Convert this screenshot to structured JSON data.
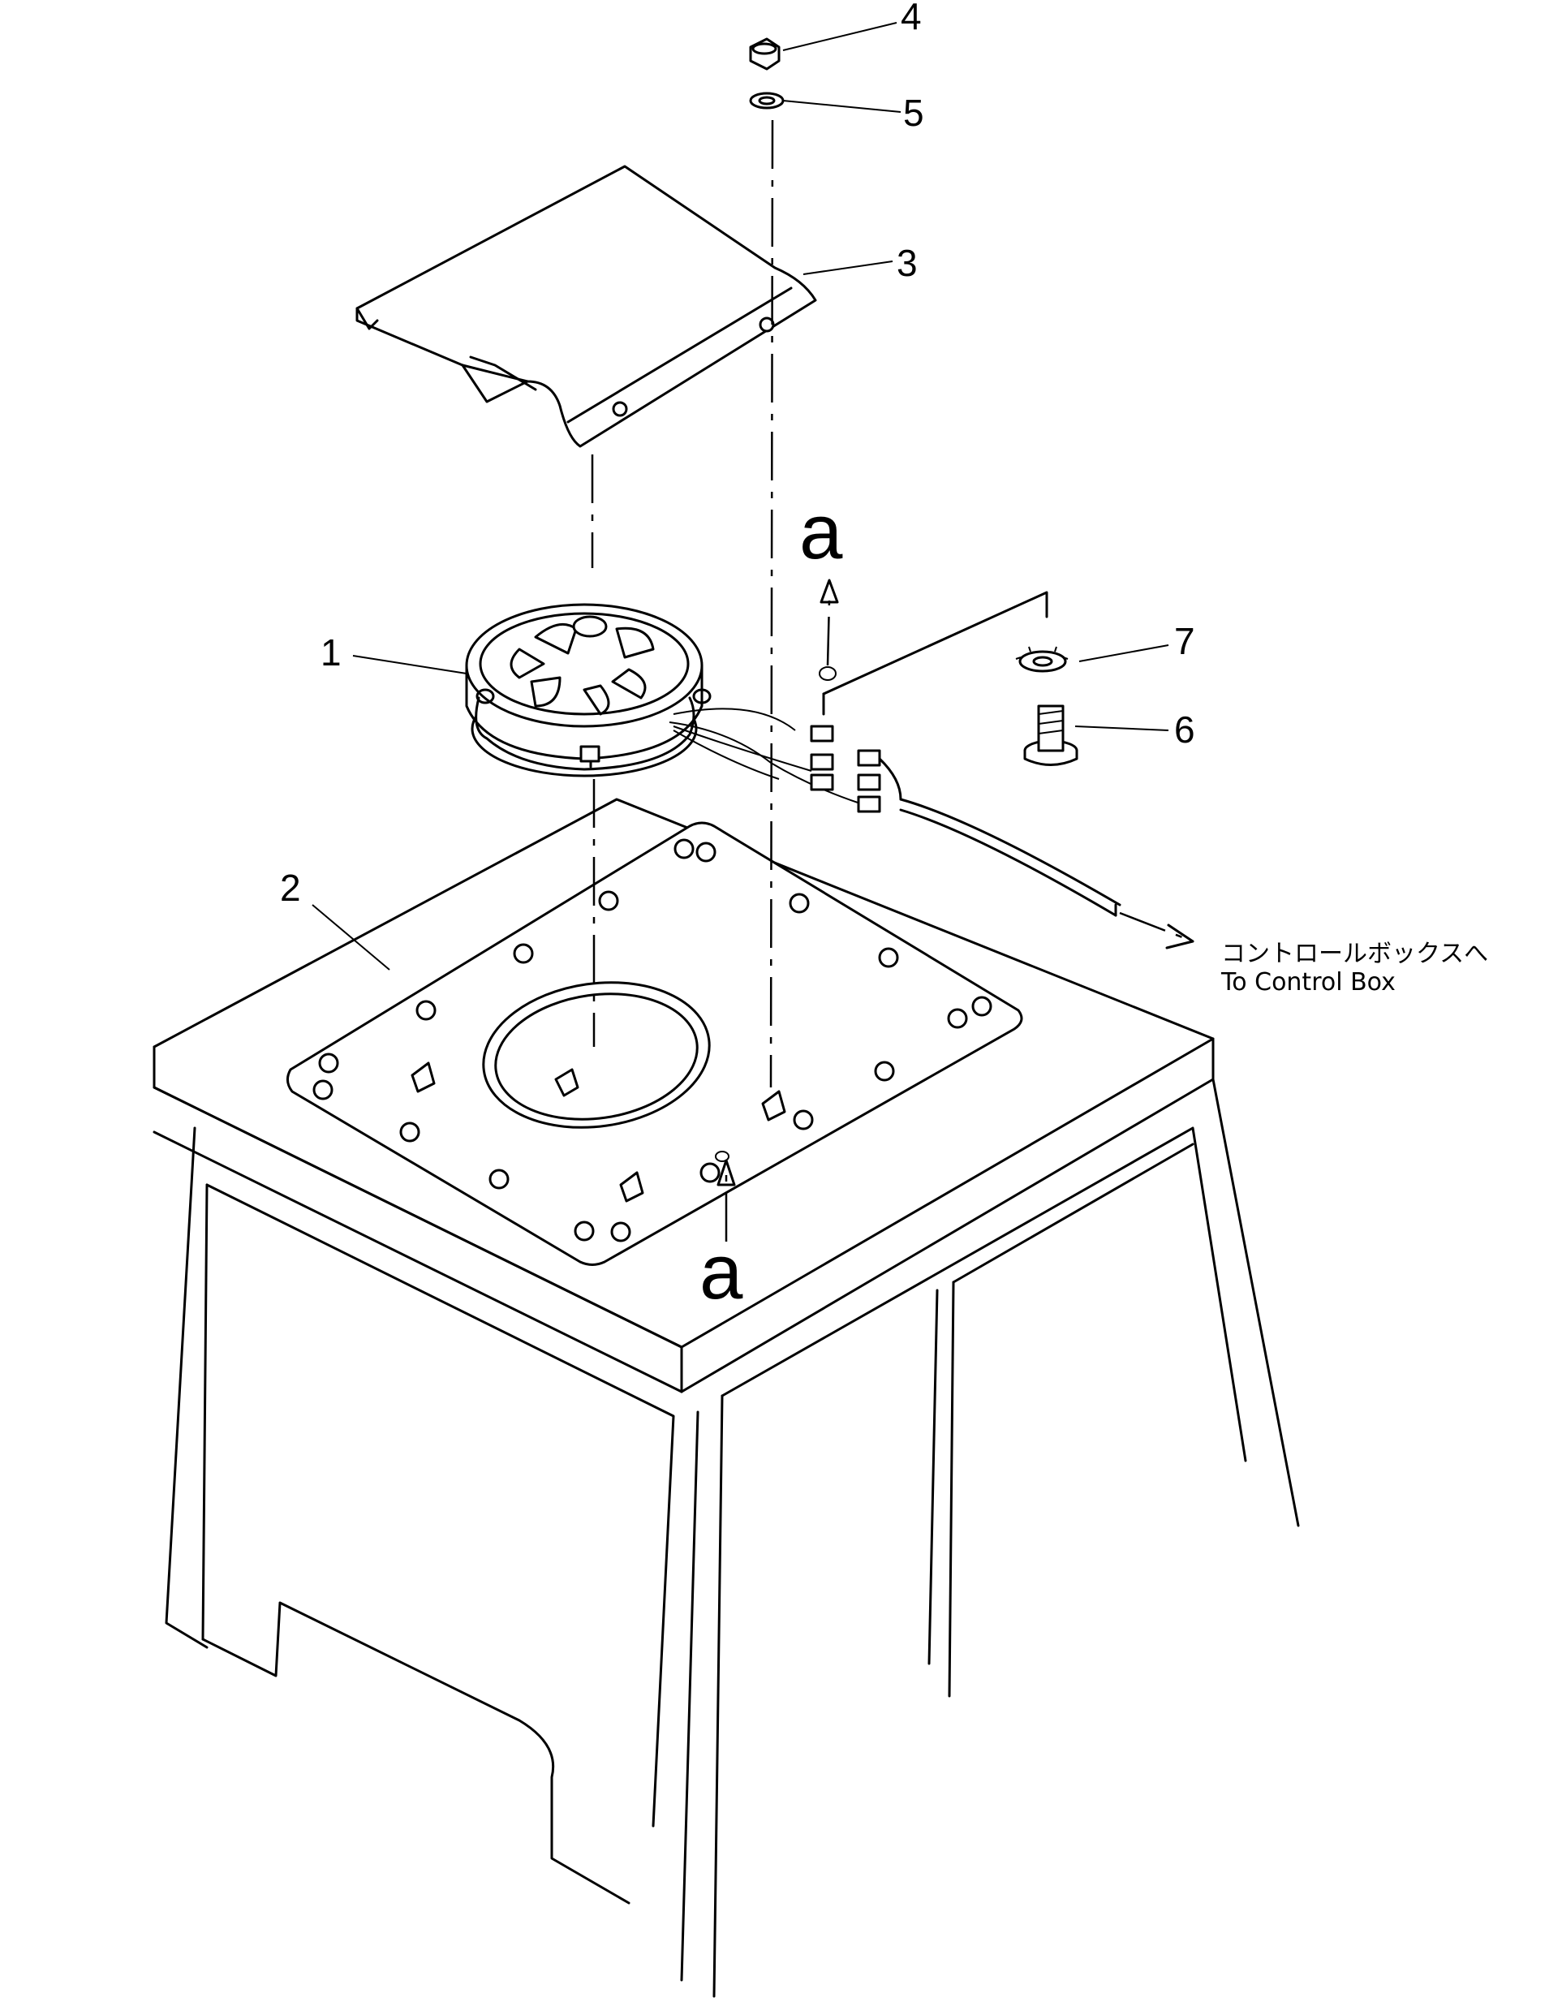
{
  "callouts": {
    "p1": "1",
    "p2": "2",
    "p3": "3",
    "p4": "4",
    "p5": "5",
    "p6": "6",
    "p7": "7"
  },
  "view_marks": {
    "top": "a",
    "bottom": "a"
  },
  "destination": {
    "jp": "コントロールボックスへ",
    "en": "To Control Box"
  }
}
